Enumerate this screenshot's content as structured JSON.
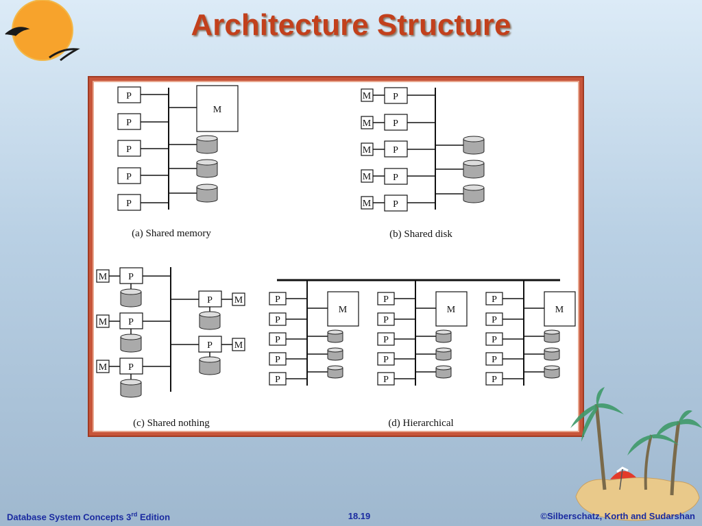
{
  "slide": {
    "title": "Architecture Structure"
  },
  "diagram": {
    "unit_labels": {
      "processor": "P",
      "memory": "M"
    },
    "captions": {
      "a": "(a) Shared memory",
      "b": "(b) Shared disk",
      "c": "(c) Shared nothing",
      "d": "(d) Hierarchical"
    }
  },
  "footer": {
    "book_prefix": "Database System Concepts 3",
    "book_sup": "rd",
    "book_suffix": " Edition",
    "page": "18.19",
    "copyright": "©Silberschatz, Korth and Sudarshan"
  },
  "colors": {
    "title": "#c2401c",
    "footer": "#1a2aa0",
    "frame": "#c7553a"
  },
  "icons": {
    "sun": "sun-with-birds-icon",
    "island": "palm-island-icon"
  }
}
